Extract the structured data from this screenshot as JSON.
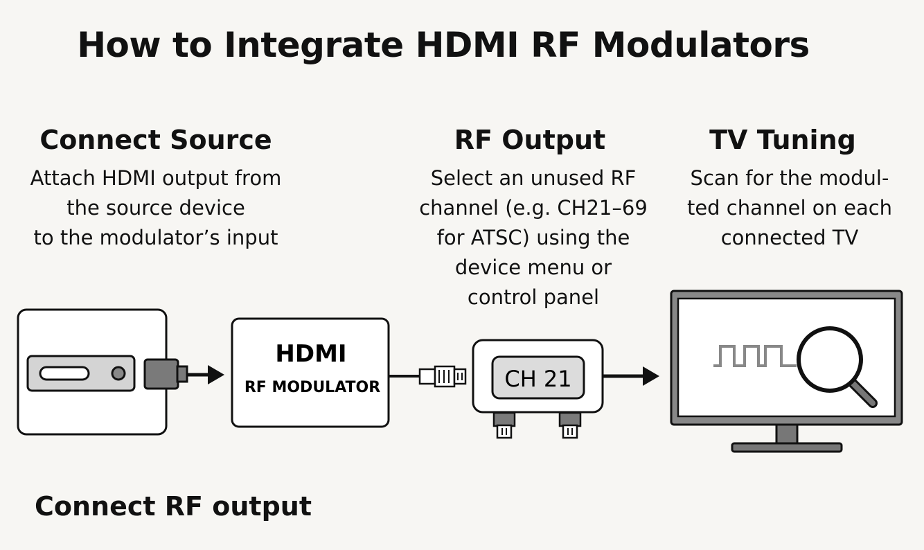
{
  "title": "How to Integrate HDMI RF Modulators",
  "steps": [
    {
      "heading": "Connect Source",
      "description": "Attach HDMI output from\nthe source device\nto the modulator’s input"
    },
    {
      "heading": "RF Output",
      "description": "Select an unused RF\nchannel (e.g. CH21–69\nfor ATSC) using the\ndevice menu or\ncontrol panel"
    },
    {
      "heading": "TV Tuning",
      "description": "Scan for the modul-\nted channel on each\nconnected TV"
    }
  ],
  "devices": {
    "modulator_line1": "HDMI",
    "modulator_line2": "RF MODULATOR",
    "channel_display": "CH 21"
  },
  "bottom_label": "Connect RF output",
  "colors": {
    "background": "#f7f6f3",
    "stroke": "#111111",
    "device_fill": "#ffffff",
    "port_gray": "#bdbdbd",
    "cable_gray": "#7a7a7a"
  }
}
